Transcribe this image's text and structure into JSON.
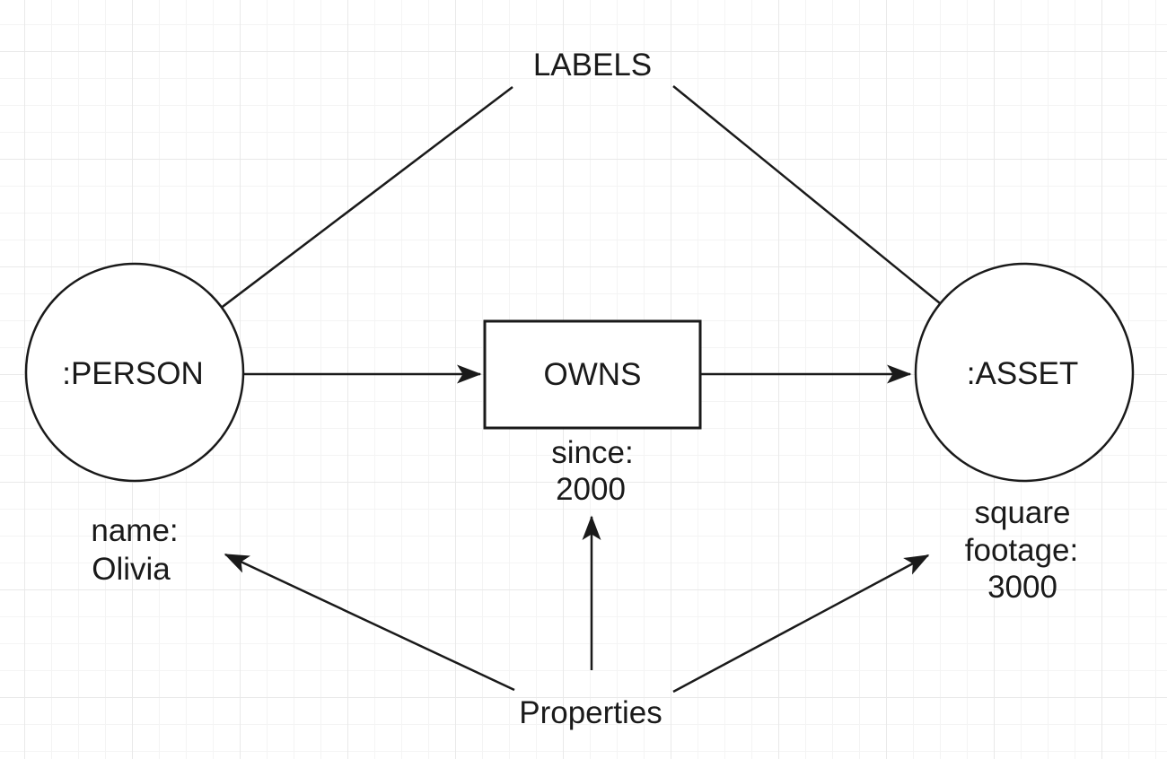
{
  "annotations": {
    "labels": {
      "text": "LABELS"
    },
    "properties": {
      "text": "Properties"
    }
  },
  "nodes": {
    "person": {
      "label": ":PERSON",
      "shape": "circle"
    },
    "asset": {
      "label": ":ASSET",
      "shape": "circle"
    }
  },
  "relationship": {
    "label": "OWNS",
    "shape": "rectangle"
  },
  "properties": {
    "person": {
      "lines": [
        "name:",
        "Olivia"
      ]
    },
    "relationship": {
      "lines": [
        "since:",
        "2000"
      ]
    },
    "asset": {
      "lines": [
        "square",
        "footage:",
        "3000"
      ]
    }
  },
  "colors": {
    "background": "#ffffff",
    "grid_minor": "#f4f4f4",
    "grid_major": "#e9e9e9",
    "stroke": "#1a1a1a",
    "text": "#1a1a1a",
    "shape_fill": "#ffffff"
  }
}
